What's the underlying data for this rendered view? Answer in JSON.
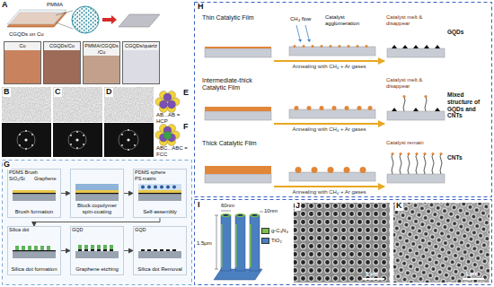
{
  "diagram": {
    "nodes": [
      {
        "text": [
          "Cu"
        ]
      },
      {
        "text": [
          "CGQDs/Cu"
        ]
      },
      {
        "text": [
          "PMMA/CGQDs/Cu"
        ]
      },
      {
        "text": [
          "CGQDs/quartz"
        ]
      },
      {
        "text": [
          "Brush formation"
        ]
      },
      {
        "text": [
          "Block copolymer spin-coating"
        ]
      },
      {
        "text": [
          "Self-assembly"
        ]
      },
      {
        "text": [
          "Silica dot formation"
        ]
      },
      {
        "text": [
          "Graphene etching"
        ]
      },
      {
        "text": [
          "Silica dot Removal"
        ]
      },
      {
        "text": [
          "Thin Catalytic Film"
        ]
      },
      {
        "text": [
          "Catalyst melt & disappear",
          "GQDs"
        ]
      },
      {
        "text": [
          "Intermediate-thick Catalytic Film"
        ]
      },
      {
        "text": [
          "Catalyst melt & disappear",
          "Mixed structure of GQDs and CNTs"
        ]
      },
      {
        "text": [
          "Thick Catalytic Film"
        ]
      },
      {
        "text": [
          "Catalyst remain",
          "CNTs"
        ]
      }
    ],
    "edges": [
      {
        "from": 4,
        "to": 5,
        "arrow": "to"
      },
      {
        "from": 5,
        "to": 6,
        "arrow": "to"
      },
      {
        "from": 6,
        "to": 7,
        "arrow": "to"
      },
      {
        "from": 7,
        "to": 8,
        "arrow": "to"
      },
      {
        "from": 8,
        "to": 9,
        "arrow": "to"
      },
      {
        "from": 10,
        "to": 11,
        "label": "Annealing with CH₄ + Ar gases",
        "arrow": "to"
      },
      {
        "from": 12,
        "to": 13,
        "label": "Annealing with CH₄ + Ar gases",
        "arrow": "to"
      },
      {
        "from": 14,
        "to": 15,
        "label": "Annealing with CH₄ + Ar gases",
        "arrow": "to"
      }
    ],
    "labels": [
      "A",
      "PMMA",
      "CGQDs on Cu",
      "B",
      "C",
      "D",
      "E",
      "AB...AB = HCP",
      "F",
      "ABC...ABC = FCC",
      "G",
      "PDMS Brush",
      "SiO₂/Si",
      "Graphene",
      "PDMS sphere",
      "PS matrix",
      "Silica dot",
      "GQD",
      "GQD",
      "H",
      "CH₄ flow",
      "Catalyst agglomeration",
      "I",
      "60nm",
      "10nm",
      "1.5μm",
      "J",
      "1 μm",
      "K",
      "1 μm"
    ],
    "legend": [
      {
        "text": "g-C₃N₄",
        "color": "#7cbf4a"
      },
      {
        "text": "TiO₂",
        "color": "#4a7fc0"
      }
    ]
  }
}
